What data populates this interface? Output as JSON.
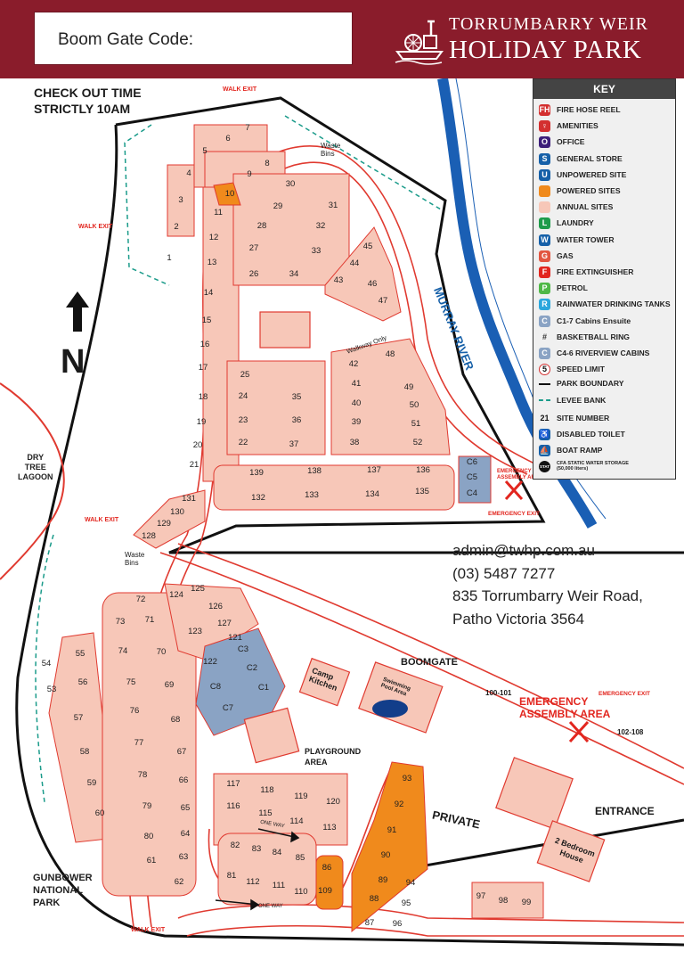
{
  "header": {
    "boom_gate_label": "Boom Gate Code:",
    "brand_line1": "TORRUMBARRY WEIR",
    "brand_line2": "HOLIDAY PARK"
  },
  "notice": {
    "line1": "CHECK OUT TIME",
    "line2": "STRICTLY 10AM"
  },
  "key": {
    "title": "KEY",
    "items": [
      {
        "code": "FH",
        "label": "FIRE HOSE REEL",
        "color": "#d32f2f"
      },
      {
        "code": "",
        "label": "AMENITIES",
        "color": "#d32f2f",
        "icon": "toilet-icon"
      },
      {
        "code": "O",
        "label": "OFFICE",
        "color": "#3d1f7a"
      },
      {
        "code": "S",
        "label": "GENERAL STORE",
        "color": "#1660a8"
      },
      {
        "code": "U",
        "label": "UNPOWERED SITE",
        "color": "#1660a8"
      },
      {
        "code": "",
        "label": "POWERED SITES",
        "color": "#f08a1c"
      },
      {
        "code": "",
        "label": "ANNUAL SITES",
        "color": "#f7c7b8"
      },
      {
        "code": "L",
        "label": "LAUNDRY",
        "color": "#1e9b4a"
      },
      {
        "code": "W",
        "label": "WATER TOWER",
        "color": "#1660a8"
      },
      {
        "code": "G",
        "label": "GAS",
        "color": "#e25540"
      },
      {
        "code": "F",
        "label": "FIRE EXTINGUISHER",
        "color": "#e2261f"
      },
      {
        "code": "P",
        "label": "PETROL",
        "color": "#4fb847"
      },
      {
        "code": "R",
        "label": "RAINWATER DRINKING TANKS",
        "color": "#2ba7dd"
      },
      {
        "code": "C",
        "label": "C1-7 Cabins Ensuite",
        "color": "#8aa3c4"
      },
      {
        "code": "",
        "label": "BASKETBALL RING",
        "color": "#333333",
        "icon": "basketball-ring-icon"
      },
      {
        "code": "C",
        "label": "C4-6 RIVERVIEW CABINS",
        "color": "#8aa3c4"
      },
      {
        "code": "5",
        "label": "SPEED LIMIT",
        "color": "#d32f2f",
        "icon": "speed-limit-icon"
      },
      {
        "code": "",
        "label": "PARK BOUNDARY",
        "color": "#111111",
        "icon": "boundary-line-icon"
      },
      {
        "code": "",
        "label": "LEVEE BANK",
        "color": "#1a9b8a",
        "icon": "levee-line-icon"
      },
      {
        "code": "21",
        "label": "SITE NUMBER",
        "color": "#222222"
      },
      {
        "code": "",
        "label": "DISABLED TOILET",
        "color": "#1660a8",
        "icon": "wheelchair-icon"
      },
      {
        "code": "",
        "label": "BOAT RAMP",
        "color": "#1660a8",
        "icon": "boat-ramp-icon"
      },
      {
        "code": "STAT",
        "label": "CFA STATIC WATER STORAGE",
        "sublabel": "(50,000 liters)",
        "color": "#111111"
      }
    ]
  },
  "contact": {
    "email": "admin@twhp.com.au",
    "phone": "(03) 5487 7277",
    "address1": "835 Torrumbarry Weir Road,",
    "address2": "Patho Victoria 3564"
  },
  "labels": {
    "murray_river": "MURRAY RIVER",
    "dry_tree_lagoon": [
      "DRY",
      "TREE",
      "LAGOON"
    ],
    "gunbower": [
      "GUNBOWER",
      "NATIONAL",
      "PARK"
    ],
    "walk_exit": "WALK EXIT",
    "waste_bins": [
      "Waste",
      "Bins"
    ],
    "walkway_only": "Walkway Only",
    "emergency_assembly_area_small": [
      "EMERGENCY",
      "ASSEMBLY AREA"
    ],
    "emergency_exit": "EMERGENCY EXIT",
    "boomgate": "BOOMGATE",
    "camp_kitchen": [
      "Camp",
      "Kitchen"
    ],
    "swimming_pool": [
      "Swimming",
      "Pool Area"
    ],
    "emergency_assembly_area_big": [
      "EMERGENCY",
      "ASSEMBLY AREA"
    ],
    "site_range_1": "100-101",
    "site_range_2": "102-108",
    "playground": [
      "PLAYGROUND",
      "AREA"
    ],
    "private": "PRIVATE",
    "entrance": "ENTRANCE",
    "two_bedroom": [
      "2 Bedroom",
      "House"
    ],
    "one_way": "ONE WAY",
    "north": "N"
  },
  "sites": {
    "annual": [
      "1",
      "2",
      "3",
      "4",
      "5",
      "6",
      "7",
      "8",
      "9",
      "11",
      "12",
      "13",
      "14",
      "15",
      "16",
      "17",
      "18",
      "19",
      "20",
      "21",
      "22",
      "23",
      "24",
      "25",
      "26",
      "27",
      "28",
      "29",
      "30",
      "31",
      "32",
      "33",
      "34",
      "35",
      "36",
      "37",
      "38",
      "39",
      "40",
      "41",
      "42",
      "43",
      "44",
      "45",
      "46",
      "47",
      "48",
      "49",
      "50",
      "51",
      "52",
      "53",
      "54",
      "55",
      "56",
      "57",
      "58",
      "59",
      "60",
      "61",
      "62",
      "63",
      "64",
      "65",
      "66",
      "67",
      "68",
      "69",
      "70",
      "71",
      "72",
      "73",
      "74",
      "75",
      "76",
      "77",
      "78",
      "79",
      "80",
      "81",
      "82",
      "83",
      "84",
      "85",
      "97",
      "98",
      "99",
      "110",
      "111",
      "112",
      "113",
      "114",
      "115",
      "116",
      "117",
      "118",
      "119",
      "120",
      "121",
      "122",
      "123",
      "124",
      "125",
      "126",
      "127",
      "128",
      "129",
      "130",
      "131",
      "132",
      "133",
      "134",
      "135",
      "136",
      "137",
      "138",
      "139"
    ],
    "powered": [
      "10",
      "86",
      "87",
      "88",
      "89",
      "90",
      "91",
      "92",
      "93",
      "94",
      "95",
      "96",
      "109"
    ],
    "cabins": [
      "C1",
      "C2",
      "C3",
      "C4",
      "C5",
      "C6",
      "C7",
      "C8"
    ]
  },
  "colors": {
    "header_bg": "#8a1c2b",
    "annual": "#f7c7b8",
    "powered": "#f08a1c",
    "cabin": "#8aa3c4",
    "road": "#e03a30",
    "river": "#1a5fb4",
    "levee": "#1a9b8a"
  }
}
